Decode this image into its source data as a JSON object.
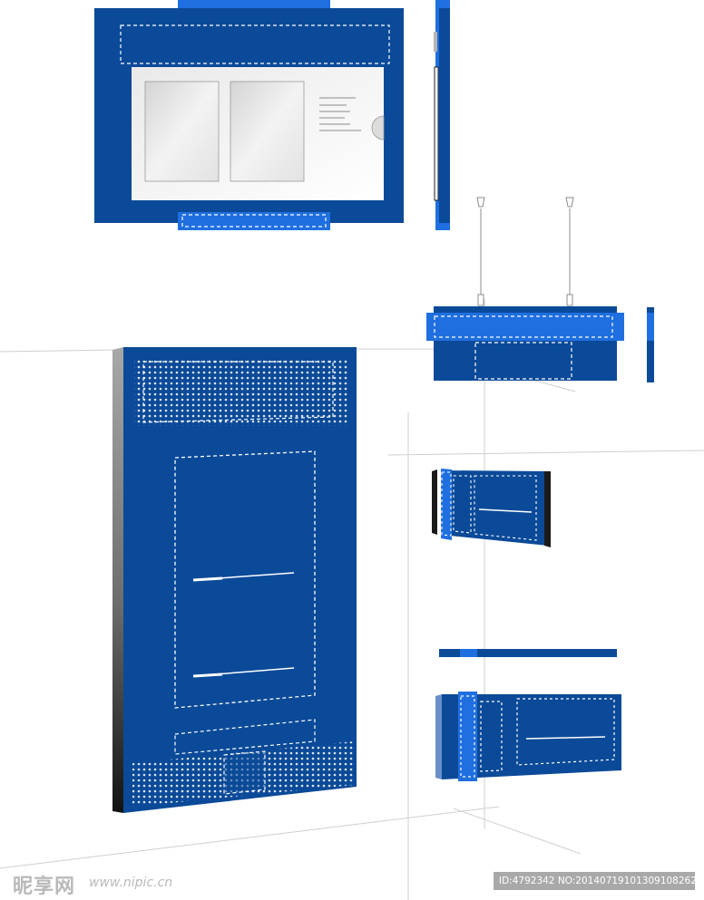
{
  "colors": {
    "navy": "#0b4a98",
    "bright_blue": "#1f6fe0",
    "dark_edge": "#1a1a1a",
    "guide_line": "#c8c8c8"
  },
  "watermark": {
    "logo": "昵享网",
    "url": "www.nipic.cn",
    "id_text": "ID:4792342 NO:20140719101309108262"
  }
}
